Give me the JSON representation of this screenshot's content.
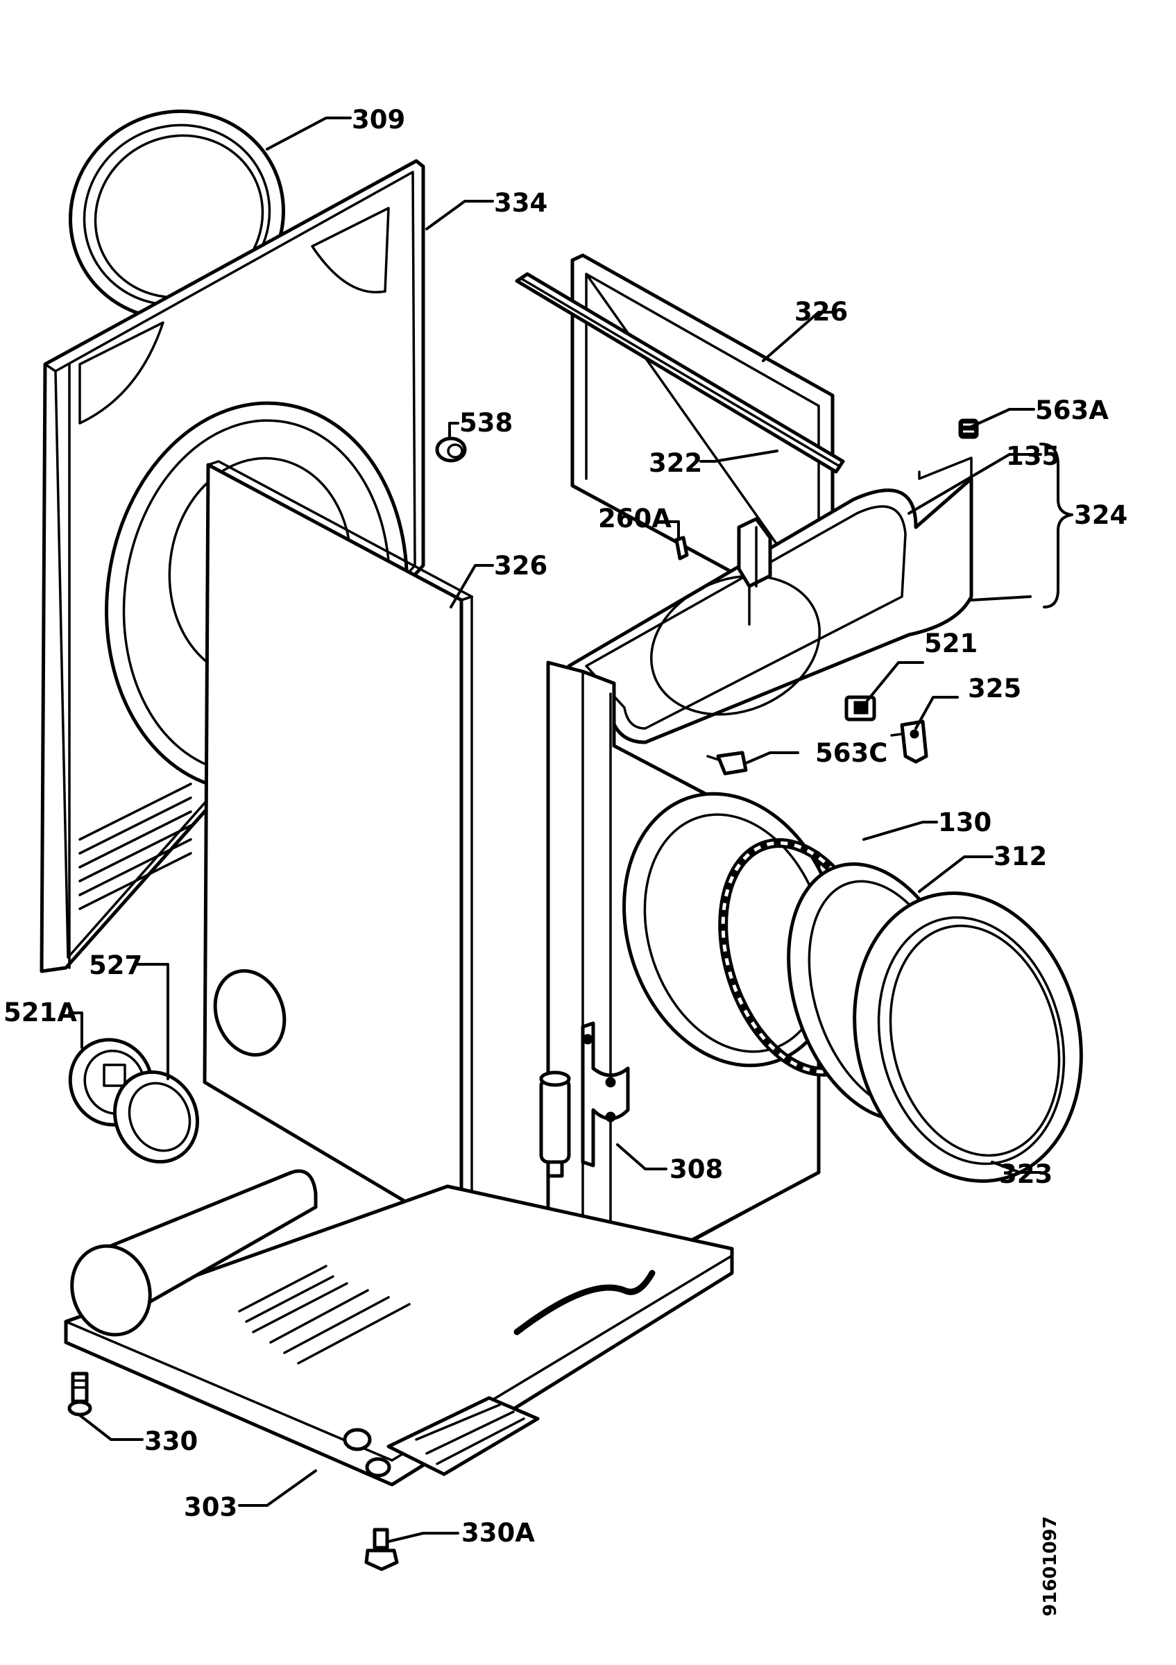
{
  "callouts": [
    {
      "id": "309",
      "label": "309"
    },
    {
      "id": "334",
      "label": "334"
    },
    {
      "id": "326a",
      "label": "326"
    },
    {
      "id": "538",
      "label": "538"
    },
    {
      "id": "563a",
      "label": "563A"
    },
    {
      "id": "135",
      "label": "135"
    },
    {
      "id": "322",
      "label": "322"
    },
    {
      "id": "324",
      "label": "324"
    },
    {
      "id": "260a",
      "label": "260A"
    },
    {
      "id": "326b",
      "label": "326"
    },
    {
      "id": "521",
      "label": "521"
    },
    {
      "id": "325",
      "label": "325"
    },
    {
      "id": "563c",
      "label": "563C"
    },
    {
      "id": "130",
      "label": "130"
    },
    {
      "id": "312",
      "label": "312"
    },
    {
      "id": "527",
      "label": "527"
    },
    {
      "id": "521a",
      "label": "521A"
    },
    {
      "id": "308",
      "label": "308"
    },
    {
      "id": "323",
      "label": "323"
    },
    {
      "id": "330",
      "label": "330"
    },
    {
      "id": "303",
      "label": "303"
    },
    {
      "id": "330a",
      "label": "330A"
    }
  ],
  "drawing_code": "91601097"
}
